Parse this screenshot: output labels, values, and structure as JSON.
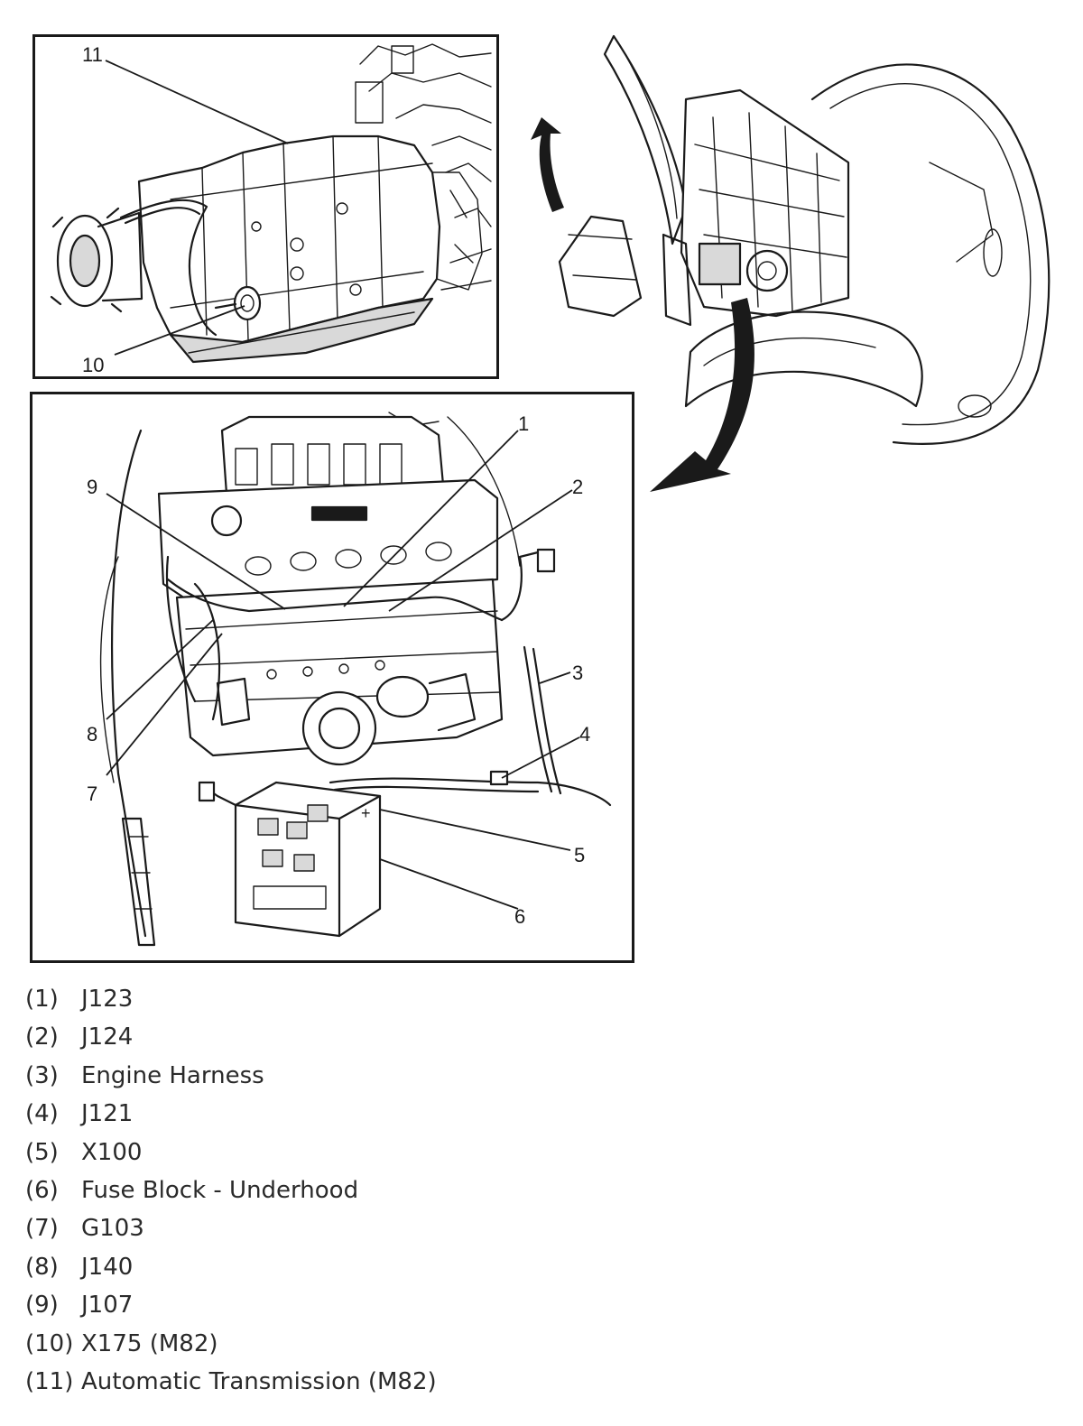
{
  "callouts": {
    "c1": "1",
    "c2": "2",
    "c3": "3",
    "c4": "4",
    "c5": "5",
    "c6": "6",
    "c7": "7",
    "c8": "8",
    "c9": "9",
    "c10": "10",
    "c11": "11"
  },
  "legend": [
    {
      "num": "(1)",
      "label": "J123"
    },
    {
      "num": "(2)",
      "label": "J124"
    },
    {
      "num": "(3)",
      "label": "Engine Harness"
    },
    {
      "num": "(4)",
      "label": "J121"
    },
    {
      "num": "(5)",
      "label": "X100"
    },
    {
      "num": "(6)",
      "label": "Fuse Block - Underhood"
    },
    {
      "num": "(7)",
      "label": "G103"
    },
    {
      "num": "(8)",
      "label": "J140"
    },
    {
      "num": "(9)",
      "label": "J107"
    },
    {
      "num": "(10)",
      "label": "X175 (M82)"
    },
    {
      "num": "(11)",
      "label": "Automatic Transmission (M82)"
    }
  ],
  "colors": {
    "line": "#1a1a1a",
    "background": "#ffffff"
  },
  "icons": {
    "fuse_block_symbol": "plus-icon"
  }
}
